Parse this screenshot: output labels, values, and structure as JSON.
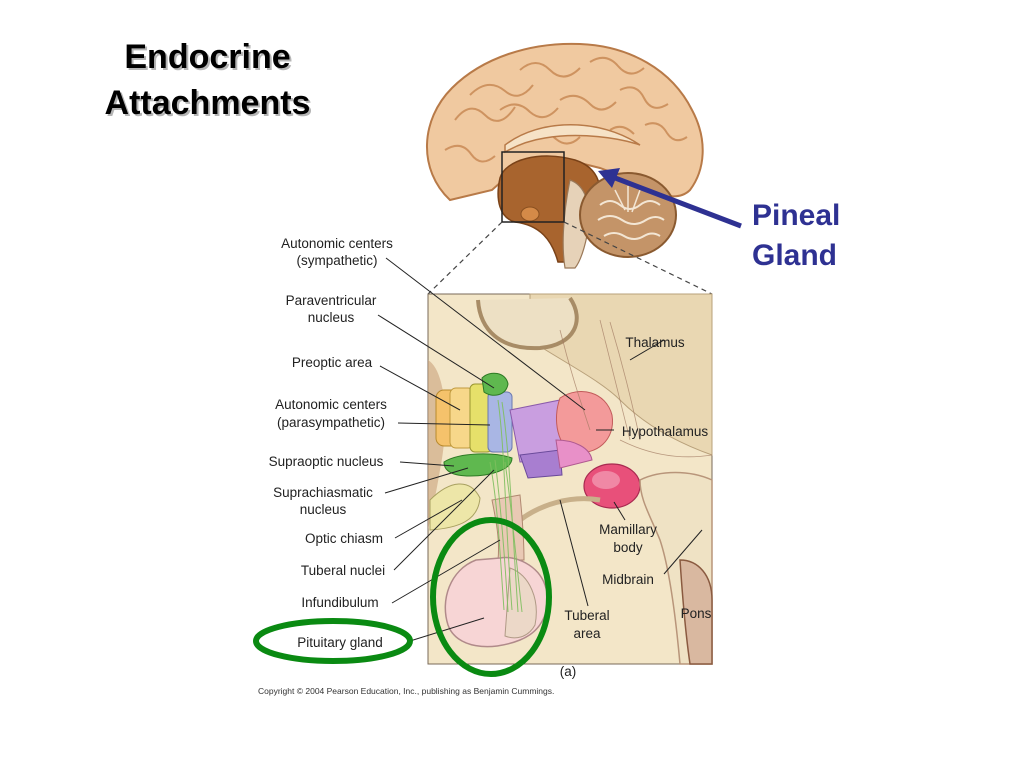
{
  "slide": {
    "title_line1": "Endocrine",
    "title_line2": "Attachments",
    "pineal_line1": "Pineal",
    "pineal_line2": "Gland",
    "copyright": "Copyright © 2004 Pearson Education, Inc., publishing as Benjamin Cummings."
  },
  "labels": {
    "autonomic_sym_1": "Autonomic centers",
    "autonomic_sym_2": "(sympathetic)",
    "paraventricular_1": "Paraventricular",
    "paraventricular_2": "nucleus",
    "preoptic": "Preoptic area",
    "autonomic_para_1": "Autonomic centers",
    "autonomic_para_2": "(parasympathetic)",
    "supraoptic": "Supraoptic nucleus",
    "suprachiasmatic_1": "Suprachiasmatic",
    "suprachiasmatic_2": "nucleus",
    "optic_chiasm": "Optic chiasm",
    "tuberal_nuclei": "Tuberal nuclei",
    "infundibulum": "Infundibulum",
    "pituitary": "Pituitary gland",
    "thalamus": "Thalamus",
    "hypothalamus": "Hypothalamus",
    "mamillary_1": "Mamillary",
    "mamillary_2": "body",
    "midbrain": "Midbrain",
    "tuberal_area_1": "Tuberal",
    "tuberal_area_2": "area",
    "pons": "Pons",
    "panel": "(a)"
  },
  "colors": {
    "pineal_text": "#2e3192",
    "pineal_arrow": "#2e3192",
    "highlight_circle": "#0a8a12",
    "brain_tan": "#f0c9a0",
    "panel_bg": "#f3e6c8"
  }
}
